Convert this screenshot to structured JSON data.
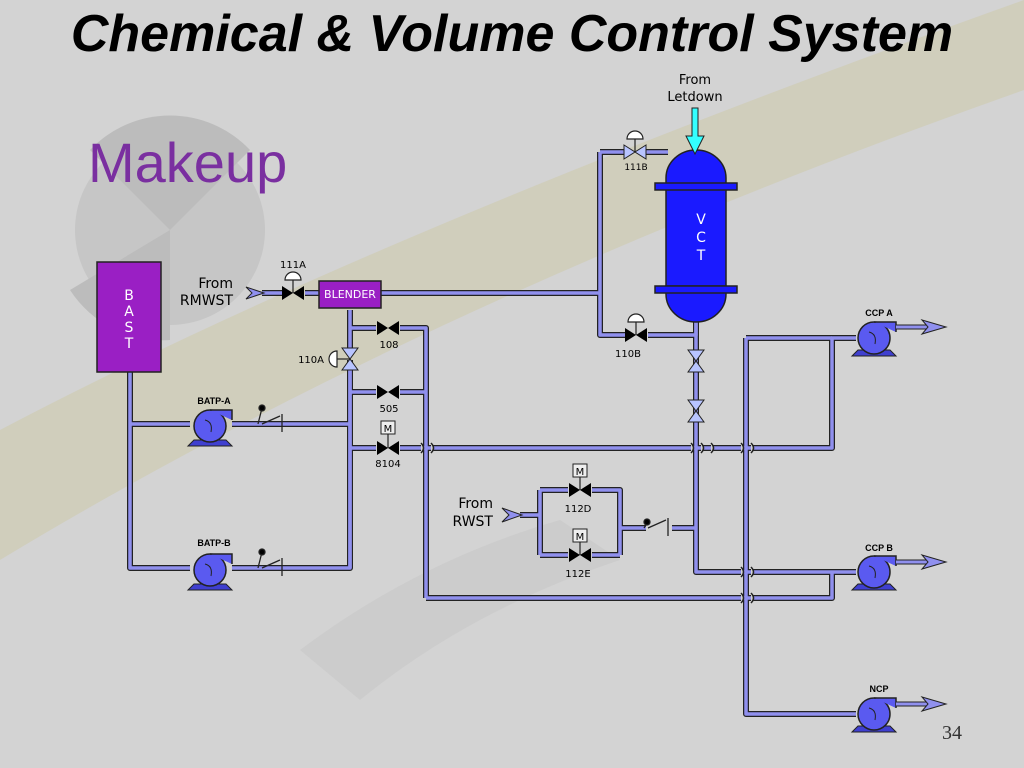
{
  "slide": {
    "title": "Chemical & Volume Control System",
    "subtitle": "Makeup",
    "page_number": "34"
  },
  "diagram": {
    "from_letdown_line1": "From",
    "from_letdown_line2": "Letdown",
    "from_rmwst_line1": "From",
    "from_rmwst_line2": "RMWST",
    "from_rwst_line1": "From",
    "from_rwst_line2": "RWST",
    "bast_letters": [
      "B",
      "A",
      "S",
      "T"
    ],
    "vct_letters": [
      "V",
      "C",
      "T"
    ],
    "blender": "BLENDER",
    "valves": {
      "v111a": "111A",
      "v111b": "111B",
      "v110a": "110A",
      "v110b": "110B",
      "v108": "108",
      "v505": "505",
      "v8104": "8104",
      "v112d": "112D",
      "v112e": "112E"
    },
    "motor_label": "M",
    "pumps": {
      "batp_a": "BATP-A",
      "batp_b": "BATP-B",
      "ccp_a": "CCP A",
      "ccp_b": "CCP B",
      "ncp": "NCP"
    },
    "colors": {
      "pipe": "#9090ee",
      "tank_bast": "#9a1fc4",
      "tank_vct": "#1a1aff",
      "title_accent": "#7a2fa0",
      "letdown_arrow": "#33ffff"
    }
  }
}
